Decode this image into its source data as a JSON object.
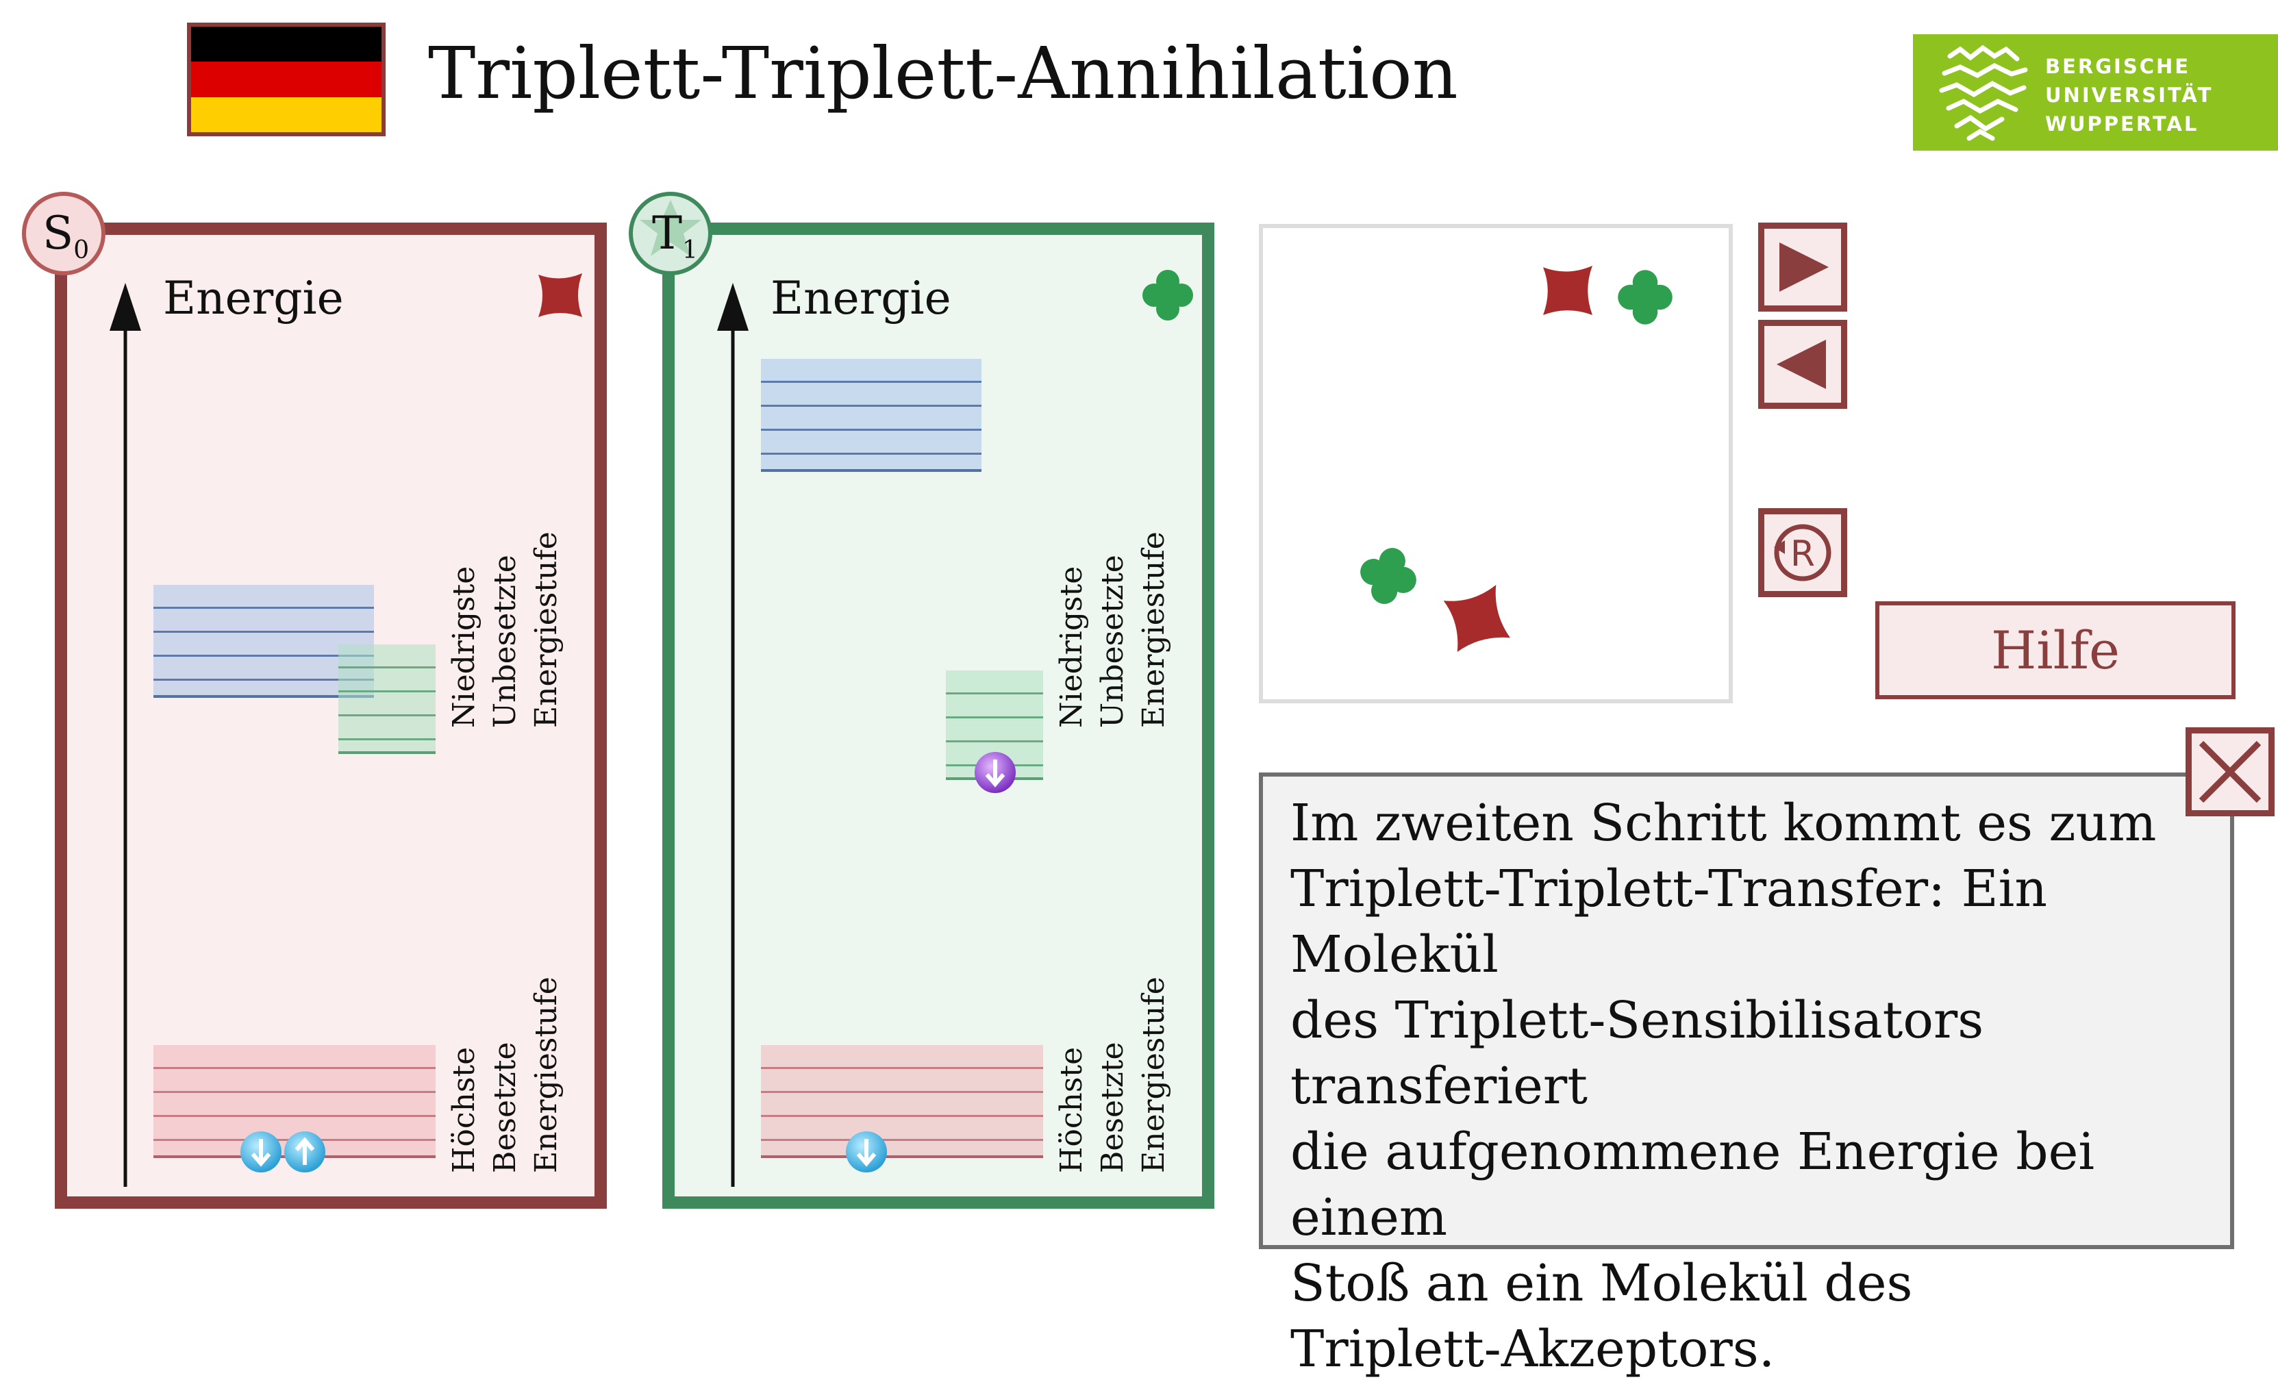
{
  "header": {
    "title": "Triplett-Triplett-Annihilation",
    "flag_colors": [
      "#000000",
      "#dd0000",
      "#ffce00"
    ],
    "logo_lines": [
      "BERGISCHE",
      "UNIVERSITÄT",
      "WUPPERTAL"
    ],
    "logo_color": "#8ec21f"
  },
  "panels": {
    "s0": {
      "badge": {
        "main": "S",
        "sub": "0"
      },
      "axis_label": "Energie",
      "molecule_icon": "red-square-molecule-icon",
      "upper_label": [
        "Niedrigste",
        "Unbesetzte",
        "Energiestufe"
      ],
      "lower_label": [
        "Höchste",
        "Besetzte",
        "Energiestufe"
      ],
      "color": "#8b3e3e"
    },
    "t1": {
      "badge": {
        "main": "T",
        "sub": "1"
      },
      "axis_label": "Energie",
      "molecule_icon": "green-clover-molecule-icon",
      "upper_label": [
        "Niedrigste",
        "Unbesetzte",
        "Energiestufe"
      ],
      "lower_label": [
        "Höchste",
        "Besetzte",
        "Energiestufe"
      ],
      "color": "#3f8a5c"
    }
  },
  "controls": {
    "play_icon": "play-icon",
    "back_icon": "back-icon",
    "reset_icon": "reset-icon",
    "help_label": "Hilfe",
    "close_icon": "close-icon"
  },
  "info": {
    "lines": [
      "Im zweiten Schritt kommt es zum",
      "Triplett-Triplett-Transfer: Ein Molekül",
      "des Triplett-Sensibilisators transferiert",
      "die aufgenommene Energie bei einem",
      "Stoß an ein Molekül des",
      "Triplett-Akzeptors."
    ]
  }
}
